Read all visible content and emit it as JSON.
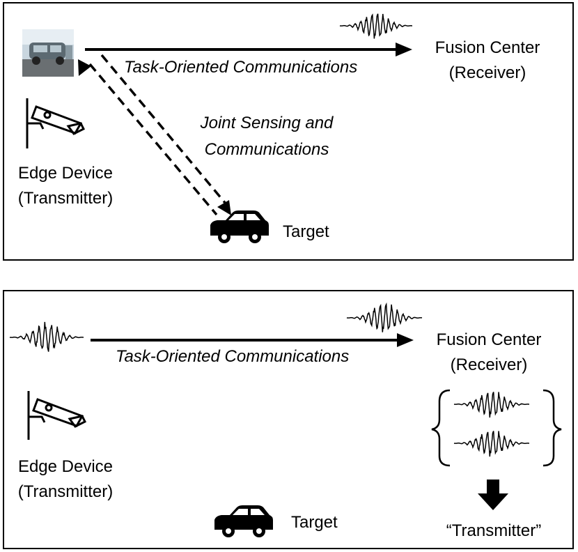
{
  "top_panel": {
    "fusion_center": "Fusion Center",
    "receiver": "(Receiver)",
    "task_comm": "Task-Oriented Communications",
    "jsc_line1": "Joint Sensing and",
    "jsc_line2": "Communications",
    "edge_device": "Edge Device",
    "transmitter": "(Transmitter)",
    "target": "Target"
  },
  "bottom_panel": {
    "fusion_center": "Fusion Center",
    "receiver": "(Receiver)",
    "task_comm": "Task-Oriented Communications",
    "edge_device": "Edge Device",
    "transmitter": "(Transmitter)",
    "target": "Target",
    "quoted_transmitter": "“Transmitter”"
  },
  "icons": {
    "camera": "security-camera-icon",
    "car": "car-icon",
    "waveform": "waveform-icon",
    "photo": "car-photo-thumbnail"
  }
}
